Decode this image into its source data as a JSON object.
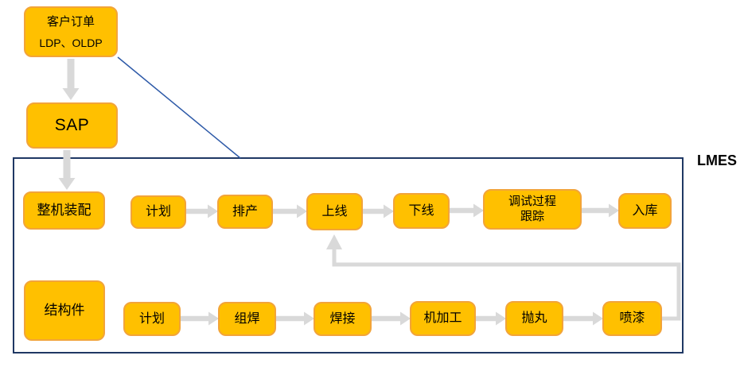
{
  "diagram": {
    "lmes_label": "LMES",
    "customer_order": {
      "line1": "客户订单",
      "line2": "LDP、OLDP"
    },
    "sap": {
      "label": "SAP"
    },
    "assembly_flow": {
      "source": "整机装配",
      "steps": [
        {
          "label": "计划"
        },
        {
          "label": "排产"
        },
        {
          "label": "上线"
        },
        {
          "label": "下线"
        },
        {
          "label": "调试过程\n跟踪"
        },
        {
          "label": "入库"
        }
      ]
    },
    "structural_flow": {
      "source": "结构件",
      "steps": [
        {
          "label": "计划"
        },
        {
          "label": "组焊"
        },
        {
          "label": "焊接"
        },
        {
          "label": "机加工"
        },
        {
          "label": "抛丸"
        },
        {
          "label": "喷漆"
        }
      ]
    },
    "colors": {
      "node_fill": "#FFC000",
      "node_border": "#F2A43A",
      "arrow": "#D9D9D9",
      "frame_border": "#1F3864",
      "connector_line": "#2E5AA8"
    }
  }
}
